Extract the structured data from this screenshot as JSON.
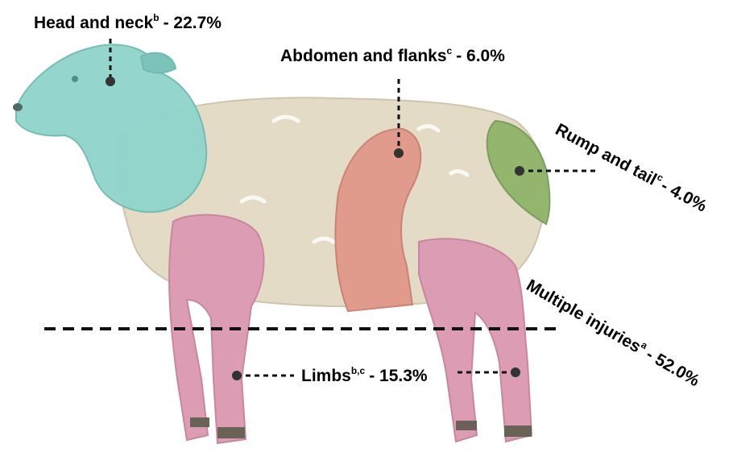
{
  "labels": {
    "head_neck": {
      "name": "Head and neck",
      "sup": "b",
      "value": "- 22.7%"
    },
    "abdomen": {
      "name": "Abdomen and flanks",
      "sup": "c",
      "value": "- 6.0%"
    },
    "rump": {
      "name": "Rump and tail",
      "sup": "c",
      "value": "- 4.0%"
    },
    "multiple": {
      "name": "Multiple injuries",
      "sup": "a",
      "value": "- 52.0%"
    },
    "limbs": {
      "name": "Limbs",
      "sup": "b,c",
      "value": "- 15.3%"
    }
  },
  "colors": {
    "wool": "#e3dbc6",
    "head_neck_region": "#8fd4cc",
    "abdomen_region": "#e0988a",
    "rump_region": "#8fb36a",
    "limbs_region": "#dc9db4",
    "marker": "#333333",
    "leader_line": "#111111"
  }
}
